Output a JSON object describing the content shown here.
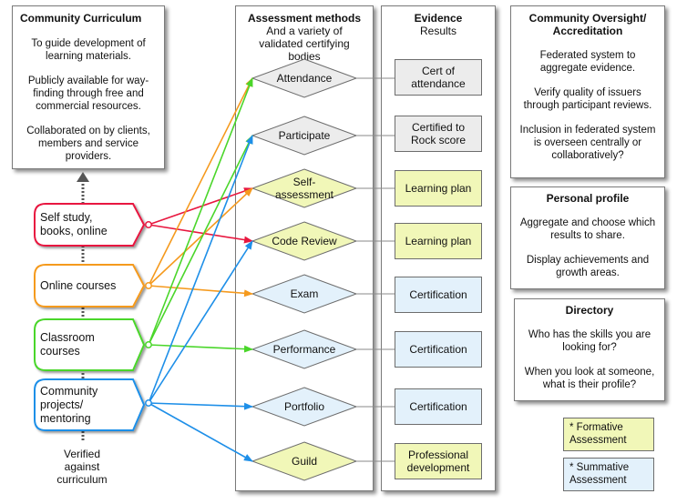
{
  "curriculum": {
    "title": "Community Curriculum",
    "paragraphs": [
      "To guide development of learning materials.",
      "Publicly available for way-finding through free and commercial resources.",
      "Collaborated on by clients, members and service providers."
    ]
  },
  "methods": {
    "title": "Assessment methods",
    "subtitle": "And a variety of validated certifying bodies",
    "items": [
      "Attendance",
      "Participate",
      "Self-assessment",
      "Code Review",
      "Exam",
      "Performance",
      "Portfolio",
      "Guild"
    ],
    "self_assessment_lines": [
      "Self-",
      "assessment"
    ]
  },
  "evidence": {
    "title": "Evidence",
    "subtitle": "Results",
    "items": [
      "Cert of attendance",
      "Certified to Rock score",
      "Learning plan",
      "Learning plan",
      "Certification",
      "Certification",
      "Certification",
      "Professional development"
    ]
  },
  "sources": [
    {
      "lines": [
        "Self study,",
        "books, online"
      ],
      "color": "#e8173f"
    },
    {
      "lines": [
        "Online courses"
      ],
      "color": "#f59a1e"
    },
    {
      "lines": [
        "Classroom",
        "courses"
      ],
      "color": "#4ad62a"
    },
    {
      "lines": [
        "Community",
        "projects/",
        "mentoring"
      ],
      "color": "#1e8fe8"
    }
  ],
  "verified_label": [
    "Verified",
    "against",
    "curriculum"
  ],
  "oversight": {
    "title": "Community Oversight/ Accreditation",
    "paragraphs": [
      "Federated system to aggregate evidence.",
      "Verify quality of issuers through participant reviews.",
      "Inclusion in federated system is overseen centrally or collaboratively?"
    ]
  },
  "profile": {
    "title": "Personal profile",
    "paragraphs": [
      "Aggregate and choose which results to share.",
      "Display achievements and growth areas."
    ]
  },
  "directory": {
    "title": "Directory",
    "paragraphs": [
      "Who has the skills you are looking for?",
      "When you look at someone, what is their profile?"
    ]
  },
  "legend": {
    "formative": "* Formative Assessment",
    "summative": "* Summative Assessment"
  },
  "colors": {
    "formative_fill": "#f1f7b8",
    "summative_fill": "#e3f1fb",
    "neutral_fill": "#ececec",
    "red": "#e8173f",
    "orange": "#f59a1e",
    "green": "#4ad62a",
    "blue": "#1e8fe8"
  }
}
